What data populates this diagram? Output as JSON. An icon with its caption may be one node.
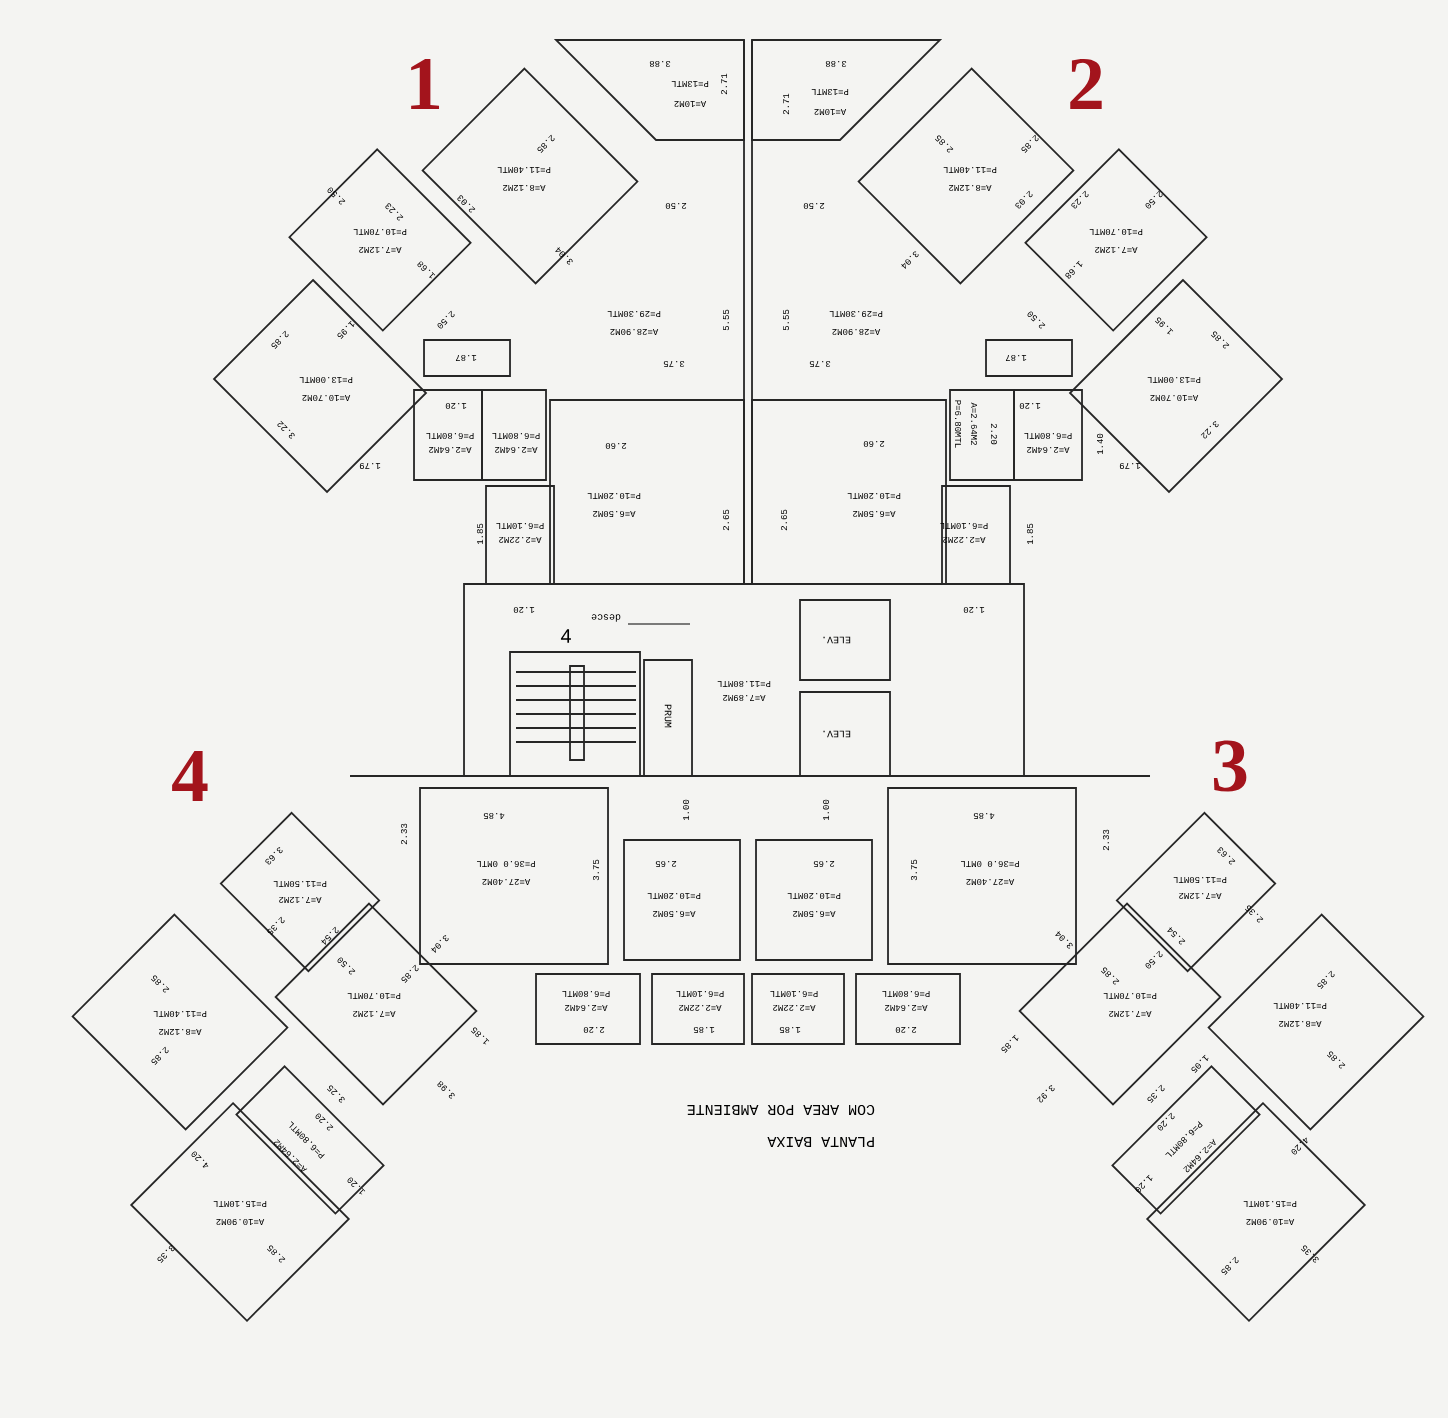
{
  "diagram": {
    "labels": [
      "1",
      "3.88",
      "2.71",
      "P=13MTL",
      "A=10M2",
      "3.88",
      "2.71",
      "P=13MTL",
      "A=10M2",
      "2",
      "2.85",
      "P=11.40MTL",
      "A=8.12M2",
      "2.85",
      "2.85",
      "P=11.40MTL",
      "A=8.12M2",
      "2.50",
      "2.23",
      "2.03",
      "2.50",
      "2.50",
      "2.03",
      "2.23",
      "2.50",
      "P=10.70MTL",
      "A=7.12M2",
      "P=10.70MTL",
      "A=7.12M2",
      "3.04",
      "1.68",
      "3.04",
      "1.68",
      "P=29.30MTL",
      "A=28.90M2",
      "5.55",
      "5.55",
      "P=29.30MTL",
      "A=28.90M2",
      "2.50",
      "2.50",
      "1.95",
      "2.85",
      "1.95",
      "2.85",
      "1.87",
      "3.75",
      "3.75",
      "1.87",
      "P=13.00MTL",
      "A=10.70M2",
      "P=13.00MTL",
      "A=10.70M2",
      "1.20",
      "1.20",
      "3.22",
      "3.22",
      "P=6.80MTL",
      "A=2.64M2",
      "P=6.80MTL",
      "A=2.64M2",
      "2.60",
      "2.60",
      "P=6.80MTL",
      "A=2.64M2",
      "2.20",
      "P=6.80MTL",
      "A=2.64M2",
      "1.40",
      "1.79",
      "1.79",
      "P=10.20MTL",
      "A=6.50M2",
      "P=10.20MTL",
      "A=6.50M2",
      "2.65",
      "2.65",
      "P=6.10MTL",
      "A=2.22M2",
      "1.85",
      "P=6.10MTL",
      "A=2.22M2",
      "1.85",
      "1.20",
      "1.20",
      "desce",
      "4",
      "ELEV.",
      "P=11.80MTL",
      "A=7.89M2",
      "PRUM",
      "ELEV.",
      "4",
      "3",
      "1.00",
      "1.00",
      "4.85",
      "4.85",
      "2.33",
      "2.33",
      "3.63",
      "P=11.50MTL",
      "A=7.12M2",
      "P=36.0 0MTL",
      "A=27.40M2",
      "3.75",
      "2.65",
      "P=10.20MTL",
      "A=6.50M2",
      "2.65",
      "P=10.20MTL",
      "A=6.50M2",
      "3.75",
      "P=36.0 0MTL",
      "A=27.40M2",
      "2.63",
      "P=11.50MTL",
      "A=7.12M2",
      "2.35",
      "2.54",
      "3.04",
      "3.04",
      "2.54",
      "2.35",
      "2.50",
      "2.85",
      "2.85",
      "2.50",
      "2.85",
      "2.85",
      "P=11.40MTL",
      "A=8.12M2",
      "P=10.70MTL",
      "A=7.12M2",
      "P=6.80MTL",
      "A=2.64M2",
      "P=6.10MTL",
      "A=2.22M2",
      "P=6.10MTL",
      "A=2.22M2",
      "P=6.80MTL",
      "A=2.64M2",
      "P=10.70MTL",
      "A=7.12M2",
      "P=11.40MTL",
      "A=8.12M2",
      "2.20",
      "1.85",
      "1.85",
      "2.20",
      "1.85",
      "1.85",
      "1.05",
      "2.85",
      "2.85",
      "3.25",
      "3.98",
      "3.92",
      "2.35",
      "COM AREA POR AMBIENTE",
      "PLANTA BAIXA",
      "2.20",
      "P=6.80MTL",
      "A=2.64M2",
      "2.20",
      "P=6.80MTL",
      "A=2.64M2",
      "4.20",
      "4.20",
      "1.20",
      "1.20",
      "P=15.10MTL",
      "A=10.90M2",
      "P=15.10MTL",
      "A=10.90M2",
      "3.35",
      "2.85",
      "2.85",
      "3.35"
    ]
  }
}
